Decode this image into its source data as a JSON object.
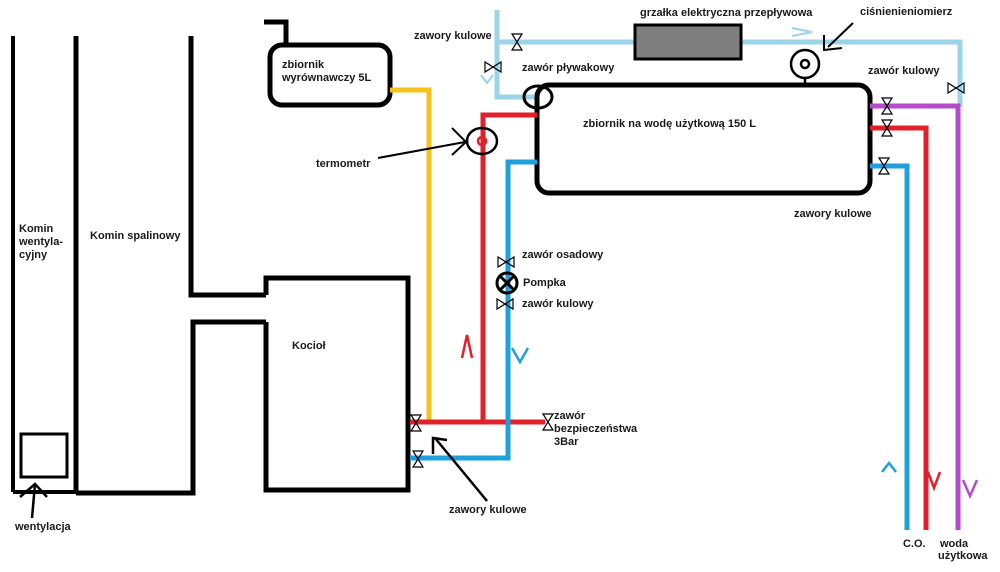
{
  "title": "Schemat instalacji C.O. i c.w.u. z kotłem",
  "colors": {
    "structure": "#000000",
    "expansion_pipe": "#f6c31c",
    "hot_supply": "#e0202a",
    "cold_return": "#1ea0dc",
    "tap_water": "#b44bc8",
    "cold_water_inlet": "#9ad4e6",
    "heater_fill": "#7f7f7f"
  },
  "labels": {
    "komin_wentylacyjny": [
      "Komin",
      "wentyla-",
      "cyjny"
    ],
    "komin_spalinowy": "Komin spalinowy",
    "wentylacja": "wentylacja",
    "kociol": "Kocioł",
    "zbiornik_wyrownawczy": [
      "zbiornik",
      "wyrównawczy 5L"
    ],
    "termometr": "termometr",
    "zawory_kulowe_top": "zawory kulowe",
    "zawor_plywakowy": "zawór pływakowy",
    "grzalka": "grzałka elektryczna przepływowa",
    "cisnieniomierz": "ciśnienieniomierz",
    "zawor_kulowy_right": "zawór kulowy",
    "zbiornik_cwu": "zbiornik na wodę użytkową 150 L",
    "zawory_kulowe_tank": "zawory kulowe",
    "zawor_osadowy": "zawór osadowy",
    "pompka": "Pompka",
    "zawor_kulowy_pump": "zawór kulowy",
    "zawor_bezpieczenstwa": [
      "zawór",
      "bezpieczeństwa",
      "3Bar"
    ],
    "zawory_kulowe_boiler": "zawory kulowe",
    "co": "C.O.",
    "woda_uzytkowa": [
      "woda",
      "użytkowa"
    ]
  }
}
